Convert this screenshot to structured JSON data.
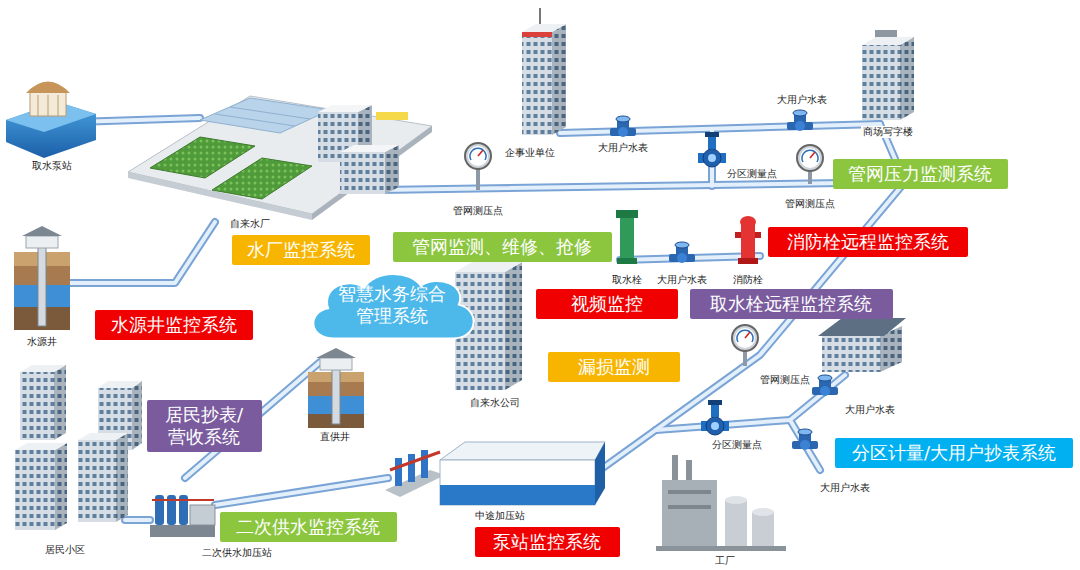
{
  "diagram": {
    "nodes": [
      {
        "text": [
          "管网压力监测系统"
        ]
      },
      {
        "text": [
          "消防栓远程监控系统"
        ]
      },
      {
        "text": [
          "管网监测、维修、抢修"
        ]
      },
      {
        "text": [
          "水厂监控系统"
        ]
      },
      {
        "text": [
          "智慧水务综合管理系统"
        ]
      },
      {
        "text": [
          "视频监控"
        ]
      },
      {
        "text": [
          "取水栓远程监控系统"
        ]
      },
      {
        "text": [
          "水源井监控系统"
        ]
      },
      {
        "text": [
          "漏损监测"
        ]
      },
      {
        "text": [
          "居民抄表/营收系统"
        ]
      },
      {
        "text": [
          "分区计量/大用户抄表系统"
        ]
      },
      {
        "text": [
          "二次供水监控系统"
        ]
      },
      {
        "text": [
          "泵站监控系统"
        ]
      }
    ],
    "labels": [
      "大用户水表",
      "商场写字楼",
      "大用户水表",
      "企事业单位",
      "取水泵站",
      "分区测量点",
      "管网测压点",
      "管网测压点",
      "自来水厂",
      "取水栓",
      "大用户水表",
      "消防栓",
      "水源井",
      "管网测压点",
      "自来水公司",
      "大用户水表",
      "直供井",
      "分区测量点",
      "大用户水表",
      "中途加压站",
      "居民小区",
      "二次供水加压站",
      "工厂"
    ]
  }
}
